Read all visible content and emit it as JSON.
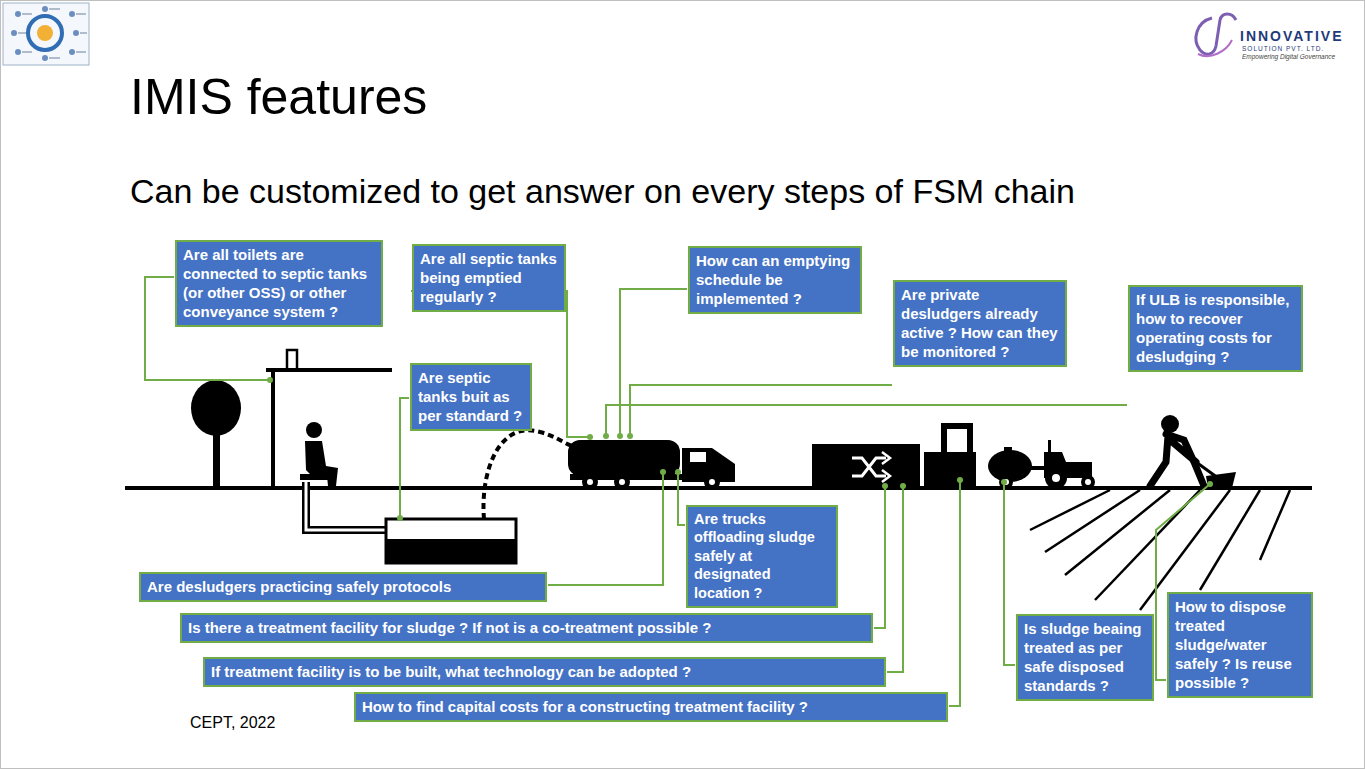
{
  "diagram": {
    "title": "IMIS features",
    "nodes": [
      {
        "text": [
          "Are all toilets are connected to septic tanks (or other OSS) or other conveyance system ?"
        ]
      },
      {
        "text": [
          "Are all septic tanks being emptied regularly ?"
        ]
      },
      {
        "text": [
          "How can an emptying schedule be implemented ?"
        ]
      },
      {
        "text": [
          "Are private desludgers already active ? How can they be monitored ?"
        ]
      },
      {
        "text": [
          "If ULB is responsible, how to recover operating costs for desludging ?"
        ]
      },
      {
        "text": [
          "Are septic tanks buit as per standard ?"
        ]
      },
      {
        "text": [
          "Are trucks offloading sludge safely at designated location ?"
        ]
      },
      {
        "text": [
          "Are desludgers practicing safely protocols"
        ]
      },
      {
        "text": [
          "Is there a treatment facility for sludge ? If not is a co-treatment possible ?"
        ]
      },
      {
        "text": [
          "If treatment facility is to be built, what technology can be adopted ?"
        ]
      },
      {
        "text": [
          "How to find capital costs for a constructing treatment facility ?"
        ]
      },
      {
        "text": [
          "Is sludge beaing treated as per safe disposed standards ?"
        ]
      },
      {
        "text": [
          "How to dispose treated sludge/water safely ? Is reuse possible ?"
        ]
      }
    ],
    "labels": [
      "Can be customized to get answer on every steps of FSM chain",
      "CEPT, 2022",
      "INNOVATIVE",
      "SOLUTION PVT. LTD.",
      "Empowering Digital Governance"
    ]
  }
}
